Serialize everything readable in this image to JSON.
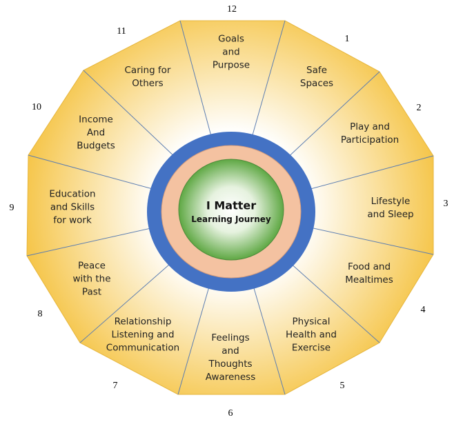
{
  "center": {
    "title": "I Matter",
    "subtitle": "Learning Journey"
  },
  "segments": [
    {
      "number": "12",
      "label": "Goals\nand\nPurpose"
    },
    {
      "number": "1",
      "label": "Safe\nSpaces"
    },
    {
      "number": "2",
      "label": "Play and\nParticipation"
    },
    {
      "number": "3",
      "label": "Lifestyle\nand Sleep"
    },
    {
      "number": "4",
      "label": "Food and\nMealtimes"
    },
    {
      "number": "5",
      "label": "Physical\nHealth and\nExercise"
    },
    {
      "number": "6",
      "label": "Feelings\nand\nThoughts\nAwareness"
    },
    {
      "number": "7",
      "label": "Relationship\nListening and\nCommunication"
    },
    {
      "number": "8",
      "label": "Peace\nwith the\nPast"
    },
    {
      "number": "9",
      "label": "Education\nand Skills\nfor work"
    },
    {
      "number": "10",
      "label": "Income\nAnd\nBudgets"
    },
    {
      "number": "11",
      "label": "Caring for\nOthers"
    }
  ],
  "colors": {
    "fill_edge": "#f5c342",
    "ring_outer": "#4472c4",
    "ring_mid": "#f4c2a1",
    "core": "#5fa844",
    "spoke": "#5b7db1"
  }
}
